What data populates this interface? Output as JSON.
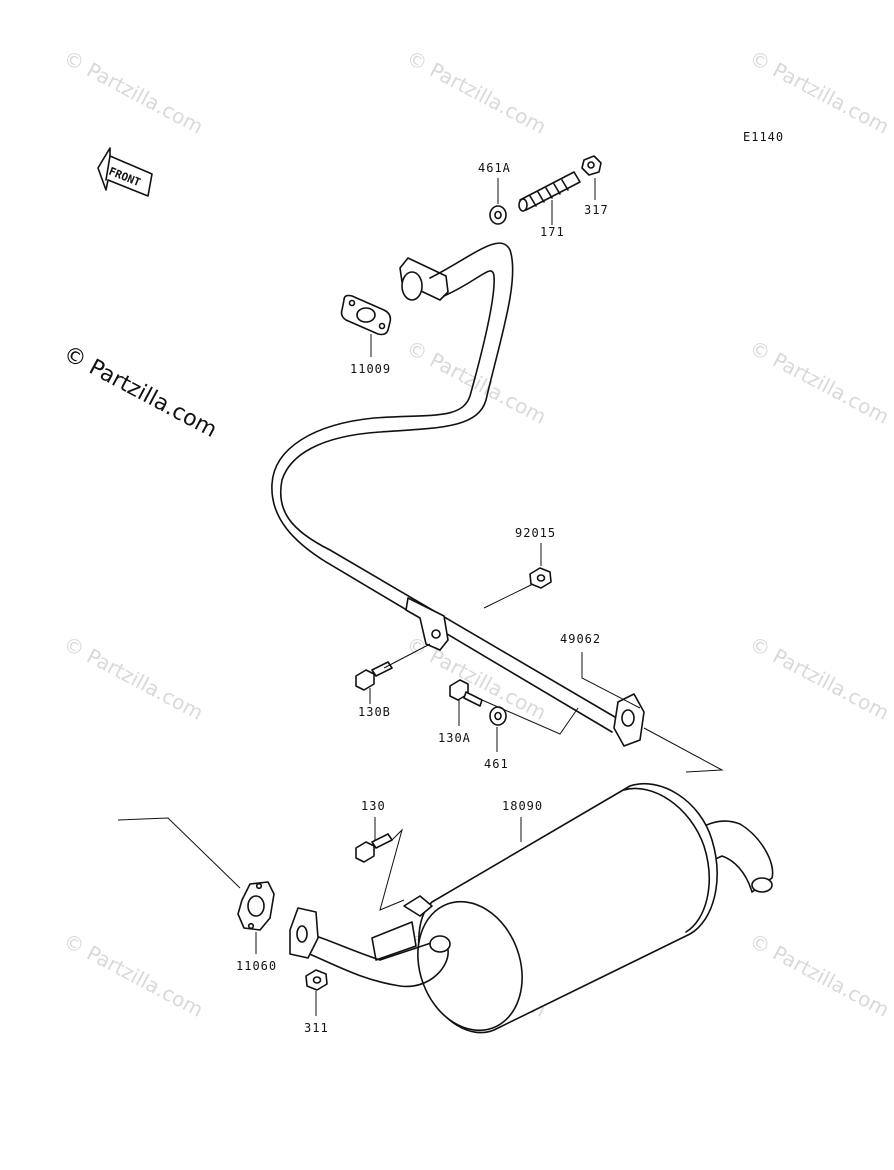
{
  "diagram_code": "E1140",
  "front_label": "FRONT",
  "watermark": "© Partzilla.com",
  "parts": {
    "p461A": "461A",
    "p171": "171",
    "p317": "317",
    "p11009": "11009",
    "p92015": "92015",
    "p49062": "49062",
    "p130B": "130B",
    "p130A": "130A",
    "p461": "461",
    "p130": "130",
    "p18090": "18090",
    "p11060": "11060",
    "p311": "311"
  }
}
